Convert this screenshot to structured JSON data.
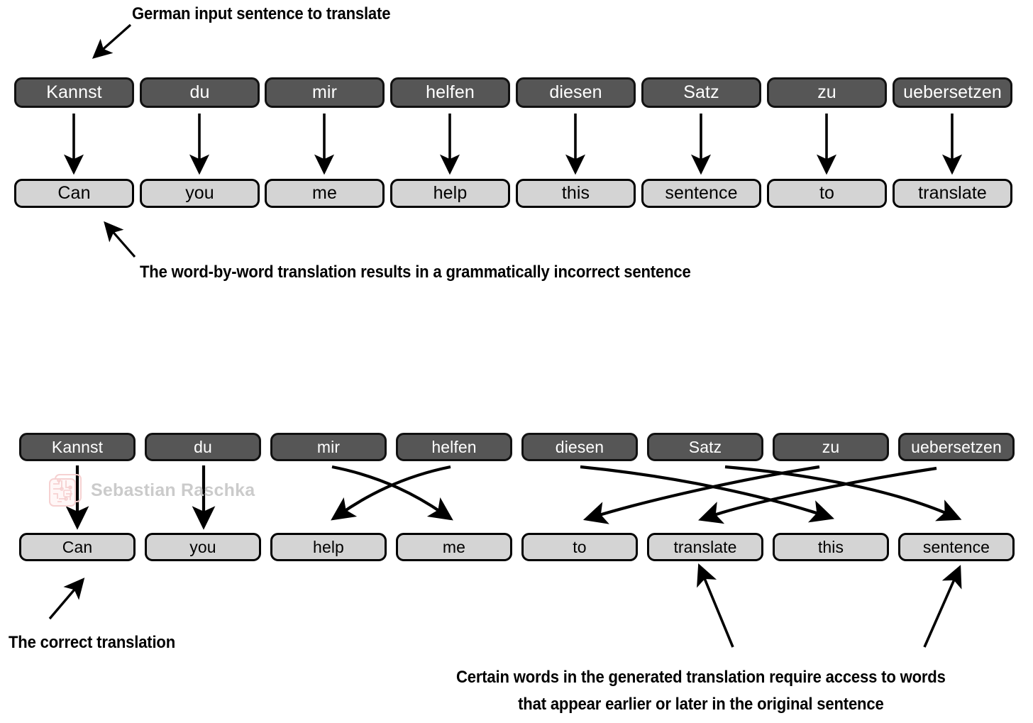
{
  "figure": {
    "title_annotation": "German input sentence to translate",
    "note_wordbyword": "The word-by-word translation results in a grammatically incorrect sentence",
    "note_correct": "The correct translation",
    "note_reorder_line1": "Certain words in the generated translation require access to words",
    "note_reorder_line2": "that appear earlier or later in the original sentence"
  },
  "colors": {
    "source_box_fill": "#565656",
    "source_box_text": "#ffffff",
    "target_box_fill": "#d4d4d4",
    "target_box_text": "#000000",
    "border": "#000000",
    "arrow": "#000000",
    "watermark_logo": "#f7d2d2",
    "watermark_text": "#c9c9c9"
  },
  "watermark": {
    "text": "Sebastian Raschka",
    "logo_name": "circuit-board-logo"
  },
  "panels": [
    {
      "id": "naive-word-by-word",
      "source_row": {
        "label": "german-source-tokens",
        "tokens": [
          "Kannst",
          "du",
          "mir",
          "helfen",
          "diesen",
          "Satz",
          "zu",
          "uebersetzen"
        ]
      },
      "target_row": {
        "label": "english-word-by-word-tokens",
        "tokens": [
          "Can",
          "you",
          "me",
          "help",
          "this",
          "sentence",
          "to",
          "translate"
        ]
      },
      "alignment": [
        {
          "from": 0,
          "to": 0
        },
        {
          "from": 1,
          "to": 1
        },
        {
          "from": 2,
          "to": 2
        },
        {
          "from": 3,
          "to": 3
        },
        {
          "from": 4,
          "to": 4
        },
        {
          "from": 5,
          "to": 5
        },
        {
          "from": 6,
          "to": 6
        },
        {
          "from": 7,
          "to": 7
        }
      ]
    },
    {
      "id": "correct-reordered",
      "source_row": {
        "label": "german-source-tokens",
        "tokens": [
          "Kannst",
          "du",
          "mir",
          "helfen",
          "diesen",
          "Satz",
          "zu",
          "uebersetzen"
        ]
      },
      "target_row": {
        "label": "english-correct-tokens",
        "tokens": [
          "Can",
          "you",
          "help",
          "me",
          "to",
          "translate",
          "this",
          "sentence"
        ]
      },
      "alignment": [
        {
          "from": 0,
          "to": 0
        },
        {
          "from": 1,
          "to": 1
        },
        {
          "from": 2,
          "to": 3
        },
        {
          "from": 3,
          "to": 2
        },
        {
          "from": 4,
          "to": 6
        },
        {
          "from": 5,
          "to": 7
        },
        {
          "from": 6,
          "to": 4
        },
        {
          "from": 7,
          "to": 5
        }
      ]
    }
  ]
}
